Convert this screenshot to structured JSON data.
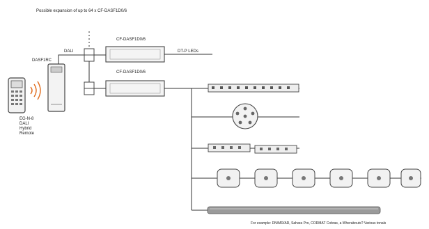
{
  "title": "Possible expansion of up to 64 x CF-DASF1D0/6",
  "remote": {
    "label": "EG-N-8\nDALI\nHybrid\nRemote"
  },
  "dali_module": {
    "label": "DASF1RC"
  },
  "bus": {
    "label": "DALI"
  },
  "drivers": [
    {
      "label": "CF-DASF1D0/6"
    },
    {
      "label": "CF-DASF1D0/6"
    }
  ],
  "output": {
    "label": "DT-P LEDs"
  },
  "lights": [
    {
      "icon": "led-strip-icon"
    },
    {
      "icon": "led-disc-icon"
    },
    {
      "icon": "led-modules-icon"
    },
    {
      "icon": "led-chain-icon"
    },
    {
      "icon": "led-bar-icon"
    }
  ],
  "footer": "For example: DN/MR/AR, Sahara Pro, CORMAT Cobras, a Wherabouts? Various tonals"
}
